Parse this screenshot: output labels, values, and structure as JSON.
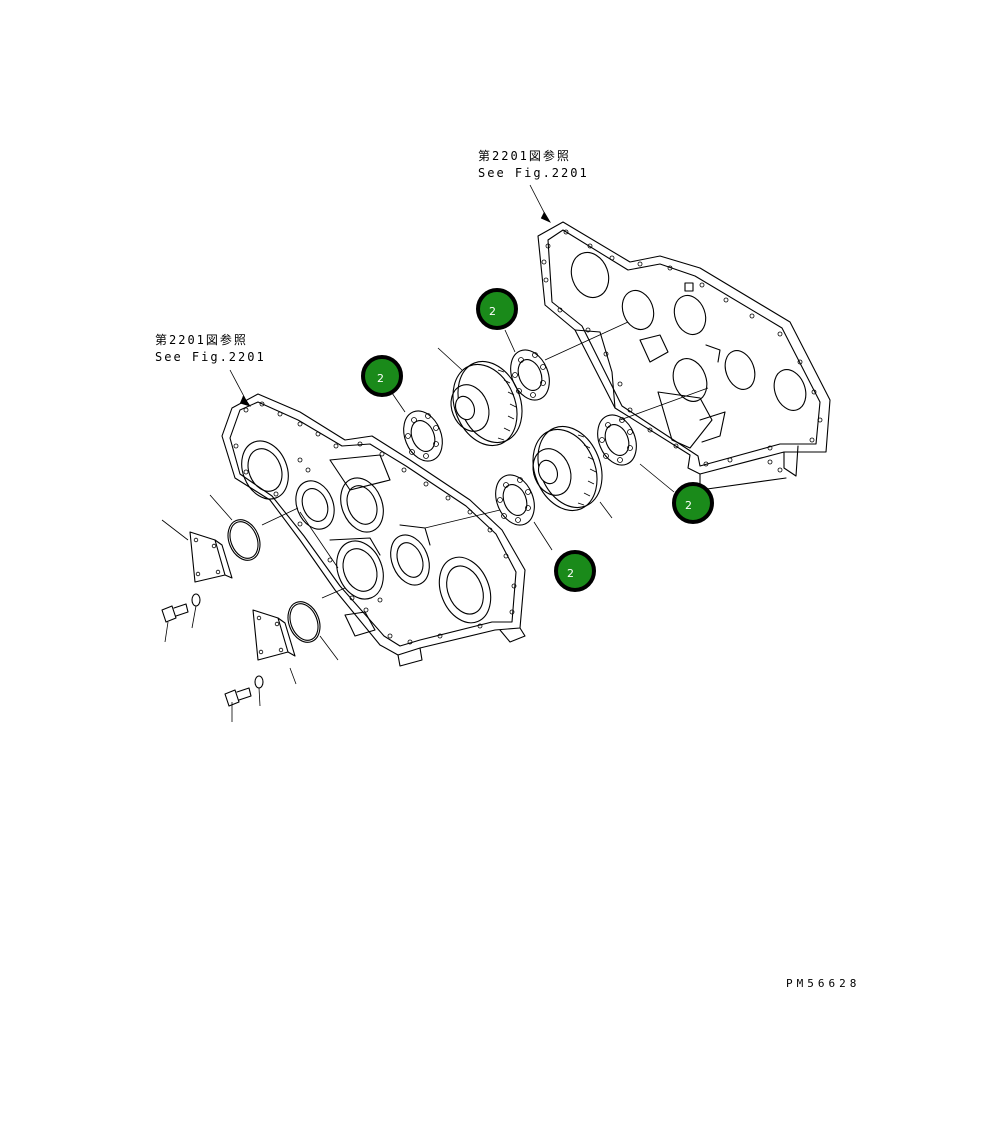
{
  "references": [
    {
      "jp": "第2201図参照",
      "en": "See Fig.2201"
    },
    {
      "jp": "第2201図参照",
      "en": "See Fig.2201"
    }
  ],
  "callouts": [
    {
      "label": "2"
    },
    {
      "label": "2"
    },
    {
      "label": "2"
    },
    {
      "label": "2"
    }
  ],
  "drawing_code": "PM56628",
  "colors": {
    "callout_fill": "#1a8a1a",
    "callout_ring": "#000000",
    "line": "#000000",
    "background": "#ffffff"
  }
}
